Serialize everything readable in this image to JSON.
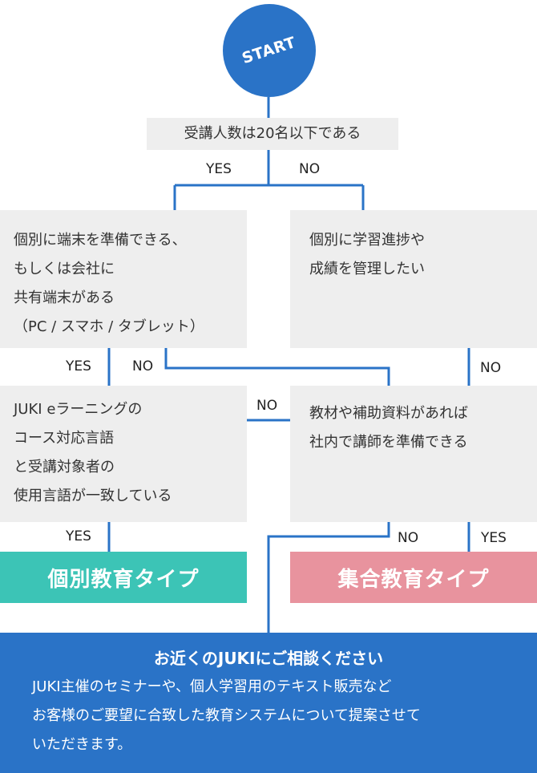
{
  "start": "START",
  "questions": {
    "q1": "受講人数は20名以下である",
    "left1": "個別に端末を準備できる、\nもしくは会社に\n共有端末がある\n（PC / スマホ / タブレット）",
    "right1": "個別に学習進捗や\n成績を管理したい",
    "left2": "JUKI eラーニングの\nコース対応言語\nと受講対象者の\n使用言語が一致している",
    "right2": "教材や補助資料があれば\n社内で講師を準備できる"
  },
  "labels": {
    "q1_yes": "YES",
    "q1_no": "NO",
    "left1_yes": "YES",
    "left1_no": "NO",
    "right1_no": "NO",
    "left2_no": "NO",
    "left2_yes": "YES",
    "right2_no": "NO",
    "right2_yes": "YES"
  },
  "results": {
    "individual": "個別教育タイプ",
    "group": "集合教育タイプ"
  },
  "contact": {
    "title": "お近くのJUKIにご相談ください",
    "body": "JUKI主催のセミナーや、個人学習用のテキスト販売など\nお客様のご要望に合致した教育システムについて提案させて\nいただきます。"
  },
  "colors": {
    "line": "#2a73c7",
    "start": "#2a73c7",
    "box": "#eeeeee",
    "individual": "#3cc4b6",
    "group": "#e8939e",
    "contact": "#2a73c7"
  }
}
